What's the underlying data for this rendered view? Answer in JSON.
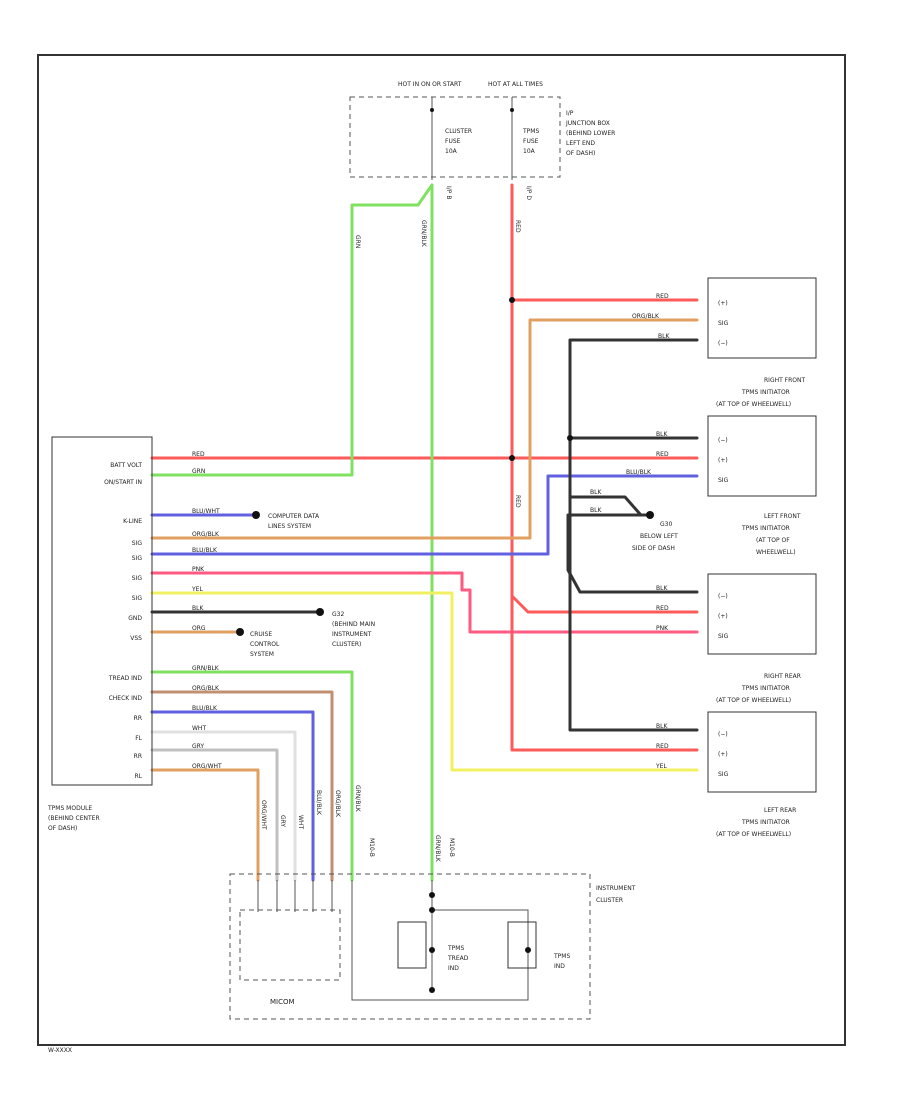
{
  "fuse_box": {
    "hot_in_on": "HOT IN ON OR START",
    "hot_at_all": "HOT AT ALL TIMES",
    "cluster_fuse": [
      "CLUSTER",
      "FUSE",
      "10A"
    ],
    "tpms_fuse": [
      "TPMS",
      "FUSE",
      "10A"
    ],
    "label": [
      "I/P",
      "JUNCTION BOX",
      "(BEHIND LOWER",
      "LEFT END",
      "OF DASH)"
    ],
    "conn_left": "I/P B",
    "conn_right": "I/P D"
  },
  "tpms_module": {
    "label": [
      "TPMS MODULE",
      "(BEHIND CENTER",
      "OF DASH)"
    ],
    "pins": [
      "BATT VOLT",
      "ON/START IN",
      "",
      "K-LINE",
      "SIG",
      "SIG",
      "SIG",
      "SIG",
      "GND",
      "VSS",
      "",
      "TREAD IND",
      "CHECK IND",
      "RR",
      "FL",
      "RR",
      "RL"
    ]
  },
  "wire_colors": {
    "red": "#ff5a5a",
    "green": "#80e060",
    "orange": "#e0a060",
    "blue": "#6060e0",
    "pink": "#ff5a80",
    "yellow": "#f0f060",
    "black": "#333333",
    "brown": "#c09070",
    "gray": "#c0c0c0",
    "white": "#e0e0e0"
  },
  "wires": {
    "red": "RED",
    "grn": "GRN",
    "blu_wht": "BLU/WHT",
    "org_blk": "ORG/BLK",
    "blu_blk": "BLU/BLK",
    "pnk": "PNK",
    "yel": "YEL",
    "blk": "BLK",
    "grn_blk": "GRN/BLK",
    "org_wht": "ORG/WHT",
    "gry": "GRY",
    "wht": "WHT",
    "org": "ORG"
  },
  "notes": {
    "computer_data": [
      "COMPUTER DATA",
      "LINES SYSTEM"
    ],
    "cruise": [
      "CRUISE",
      "CONTROL",
      "SYSTEM"
    ],
    "g_center": [
      "G32",
      "(BEHIND MAIN",
      "INSTRUMENT",
      "CLUSTER)"
    ],
    "g_left": [
      "G30",
      "BELOW LEFT",
      "SIDE OF DASH"
    ]
  },
  "initiators": {
    "right_front": [
      "RIGHT FRONT",
      "TPMS INITIATOR",
      "(AT TOP OF WHEELWELL)"
    ],
    "left_front": [
      "LEFT FRONT",
      "TPMS INITIATOR",
      "(AT TOP OF",
      "WHEELWELL)"
    ],
    "right_rear": [
      "RIGHT REAR",
      "TPMS INITIATOR",
      "(AT TOP OF WHEELWELL)"
    ],
    "left_rear": [
      "LEFT REAR",
      "TPMS INITIATOR",
      "(AT TOP OF WHEELWELL)"
    ],
    "pins": [
      "(+)",
      "(−)",
      "SIG"
    ]
  },
  "cluster": {
    "label": [
      "INSTRUMENT",
      "CLUSTER"
    ],
    "micom": "MICOM",
    "tread_ind": [
      "TPMS",
      "TREAD",
      "IND"
    ],
    "tpms_ind": [
      "TPMS",
      "IND"
    ],
    "conn_a": "M10-B",
    "conn_b": "M10-B"
  },
  "footer": "W-XXXX"
}
